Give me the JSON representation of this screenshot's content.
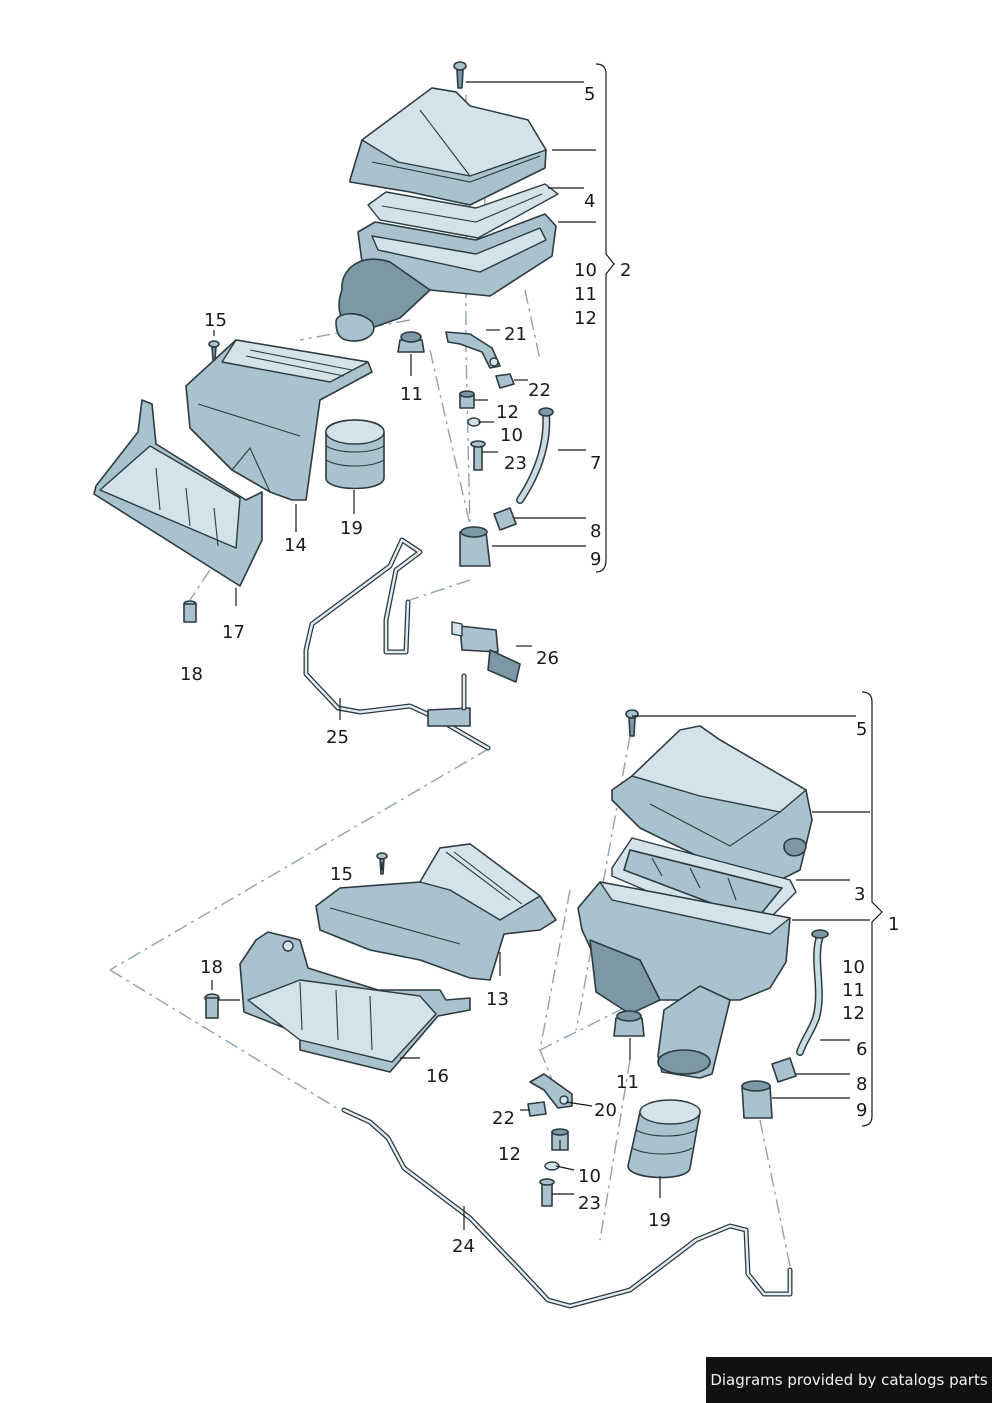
{
  "watermark": "Diagrams provided by catalogs parts",
  "callouts": {
    "top": {
      "c5": "5",
      "c4": "4",
      "c10": "10",
      "c2": "2",
      "c11": "11",
      "c12": "12",
      "c15": "15",
      "c21": "21",
      "c11b": "11",
      "c22": "22",
      "c12b": "12",
      "c10b": "10",
      "c23": "23",
      "c7": "7",
      "c14": "14",
      "c19": "19",
      "c8": "8",
      "c9": "9",
      "c17": "17",
      "c18": "18",
      "c26": "26",
      "c25": "25"
    },
    "bottom": {
      "c5": "5",
      "c3": "3",
      "c1": "1",
      "c15": "15",
      "c13": "13",
      "c18": "18",
      "c16": "16",
      "c10": "10",
      "c11": "11",
      "c12": "12",
      "c6": "6",
      "c11b": "11",
      "c8": "8",
      "c9": "9",
      "c22": "22",
      "c20": "20",
      "c12b": "12",
      "c10b": "10",
      "c23": "23",
      "c19": "19",
      "c24": "24"
    }
  },
  "colors": {
    "part_fill": "#a9c2cd",
    "part_dark": "#7d98a5",
    "outline": "#2c3a42",
    "dash": "#8fa3b0"
  }
}
